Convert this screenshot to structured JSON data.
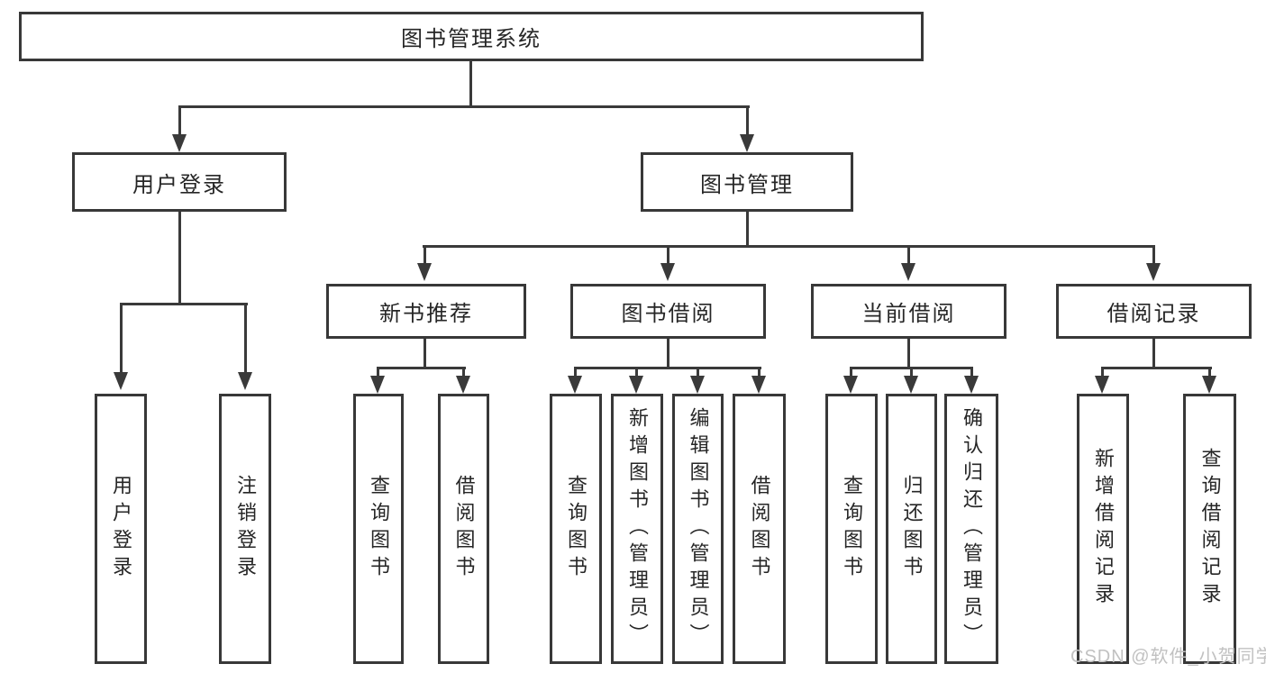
{
  "diagram": {
    "root": {
      "label": "图书管理系统",
      "children": [
        {
          "label": "用户登录",
          "children": [
            {
              "label": "用户登录"
            },
            {
              "label": "注销登录"
            }
          ]
        },
        {
          "label": "图书管理",
          "children": [
            {
              "label": "新书推荐",
              "children": [
                {
                  "label": "查询图书"
                },
                {
                  "label": "借阅图书"
                }
              ]
            },
            {
              "label": "图书借阅",
              "children": [
                {
                  "label": "查询图书"
                },
                {
                  "label": "新增图书（管理员）"
                },
                {
                  "label": "编辑图书（管理员）"
                },
                {
                  "label": "借阅图书"
                }
              ]
            },
            {
              "label": "当前借阅",
              "children": [
                {
                  "label": "查询图书"
                },
                {
                  "label": "归还图书"
                },
                {
                  "label": "确认归还（管理员）"
                }
              ]
            },
            {
              "label": "借阅记录",
              "children": [
                {
                  "label": "新增借阅记录"
                },
                {
                  "label": "查询借阅记录"
                }
              ]
            }
          ]
        }
      ]
    },
    "watermark": "CSDN @软件_小贺同学"
  },
  "colors": {
    "line": "#3a3a3a",
    "border": "#383838",
    "text": "#262626",
    "watermark": "#c1c1c1",
    "background": "#ffffff"
  }
}
